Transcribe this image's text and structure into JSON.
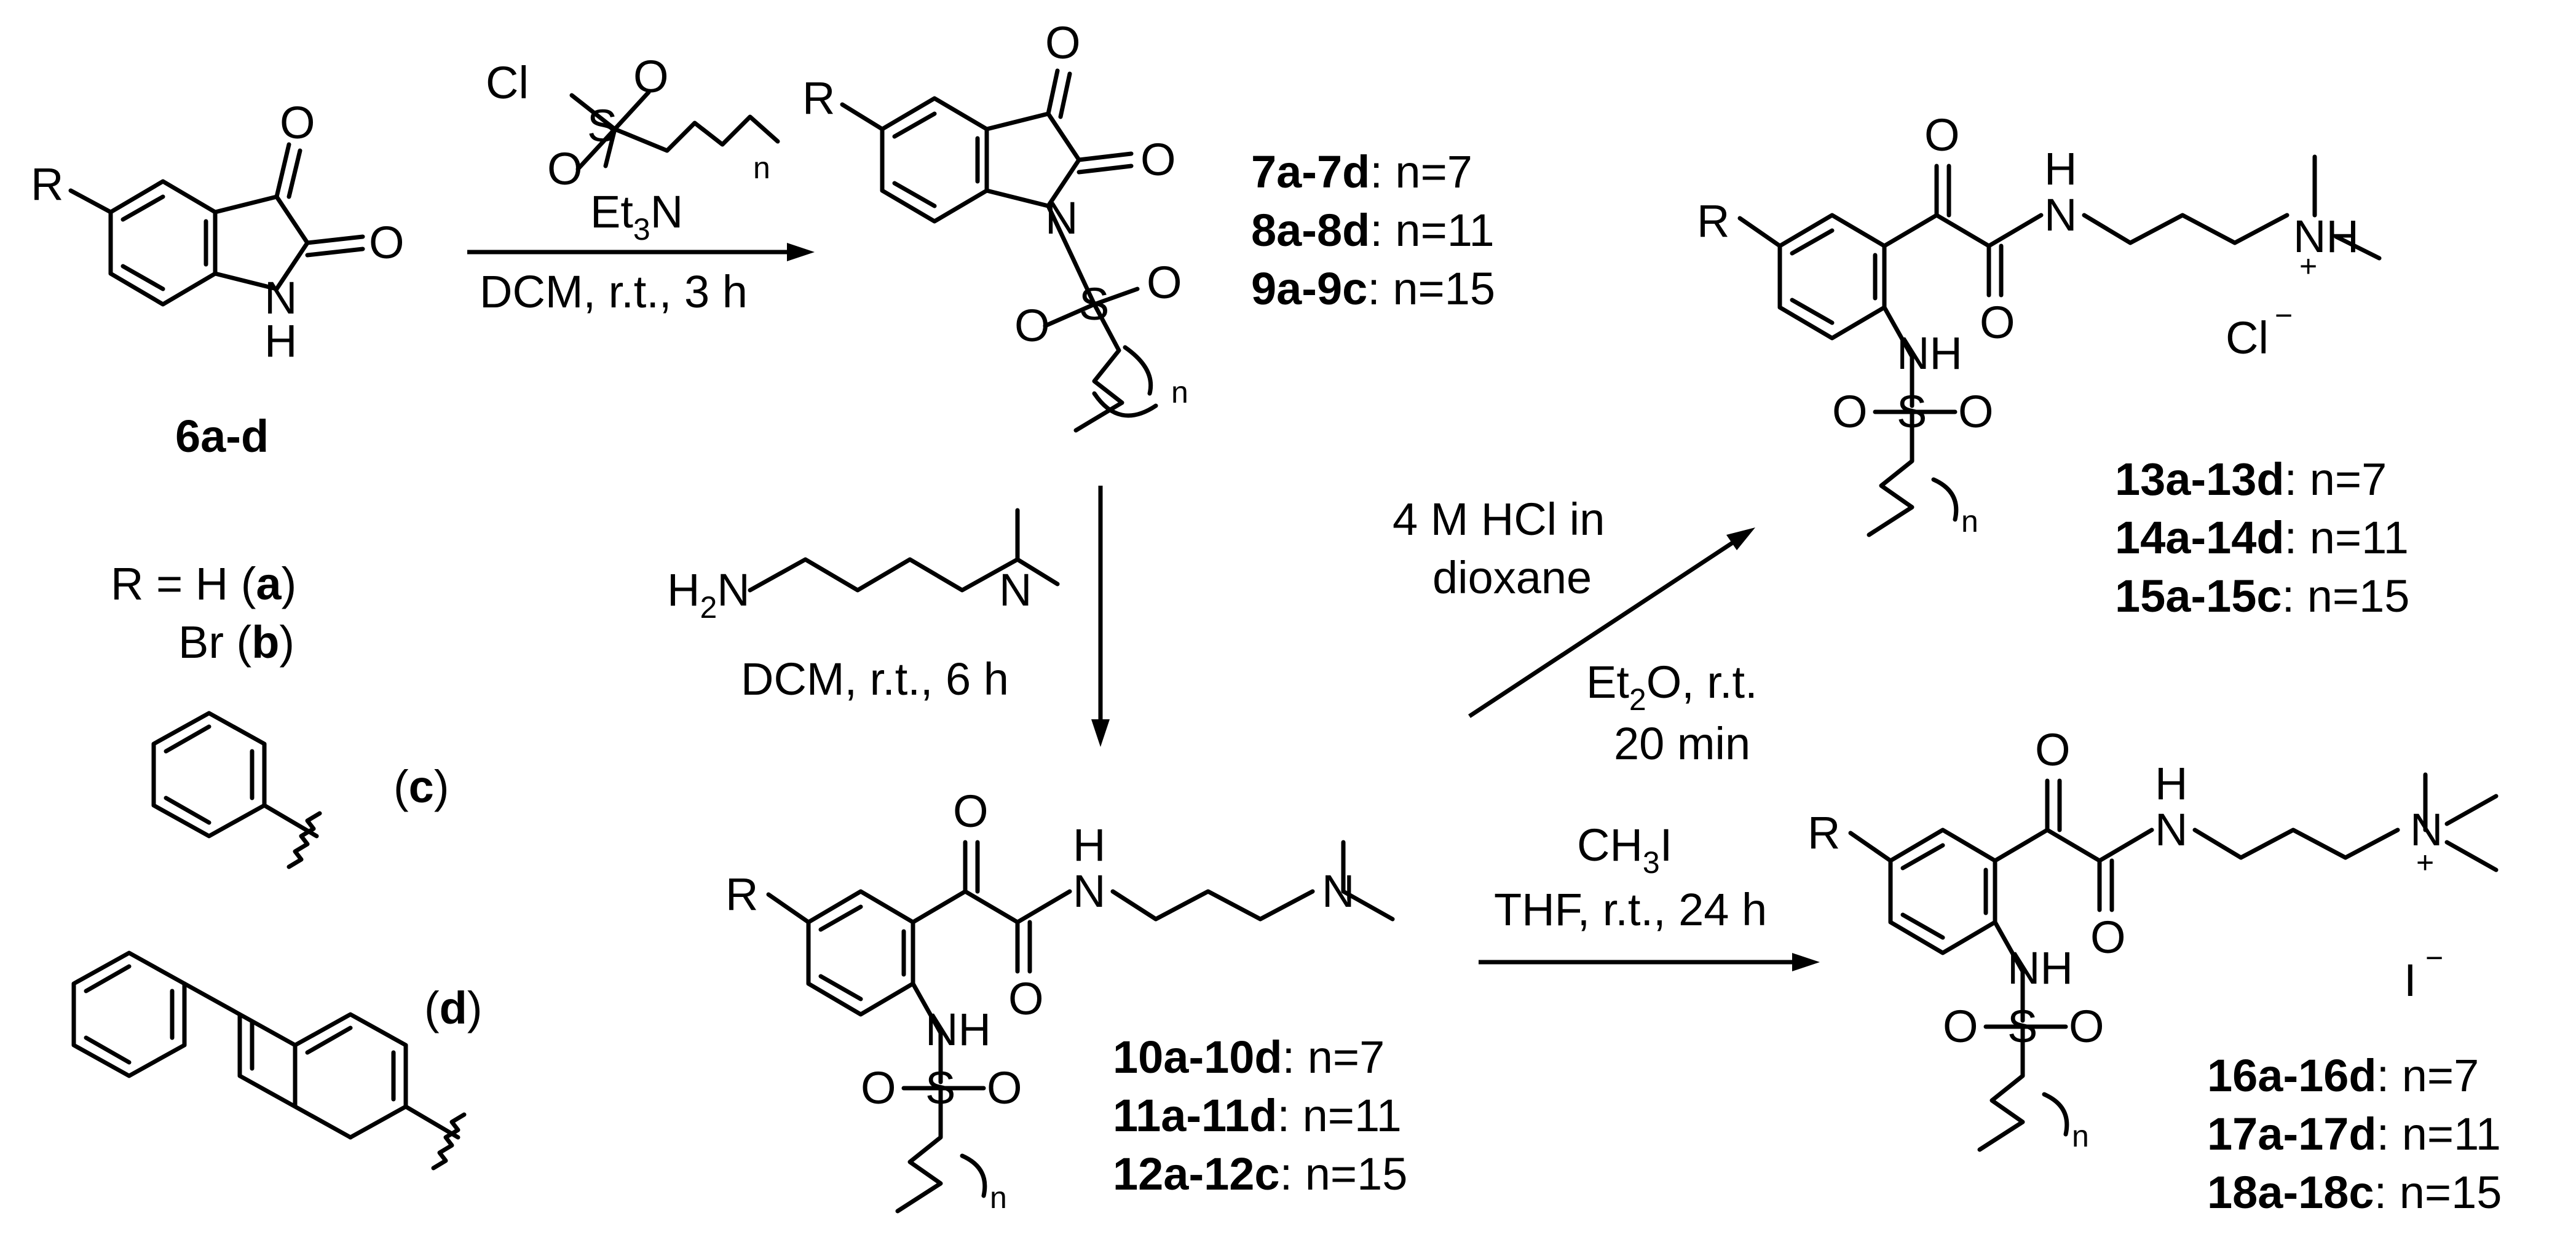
{
  "colors": {
    "ink": "#000000",
    "background": "#ffffff"
  },
  "start_material": {
    "label": "6a-d"
  },
  "r_legend": {
    "h_entry": "R = H (",
    "h_letter": "a",
    "br_entry": "Br (",
    "br_letter": "b",
    "phenyl_letter": "c",
    "biphenyl_letter": "d",
    "close": ")"
  },
  "step1": {
    "reagent_line": "Et",
    "reagent_sub": "3",
    "reagent_tail": "N",
    "conditions": "DCM, r.t., 3 h"
  },
  "step2": {
    "amine_prefix": "H",
    "amine_sub": "2",
    "amine_n": "N",
    "conditions": "DCM, r.t., 6 h"
  },
  "step3": {
    "line1": "4 M HCl in",
    "line2": "dioxane",
    "et2o_prefix": "Et",
    "et2o_sub": "2",
    "et2o_tail": "O, r.t.",
    "time": "20 min"
  },
  "step4": {
    "reagent_prefix": "CH",
    "reagent_sub": "3",
    "reagent_tail": "I",
    "conditions": "THF, r.t., 24 h"
  },
  "products": {
    "p7": {
      "id": "7a-7d",
      "cond": ": n=7"
    },
    "p8": {
      "id": "8a-8d",
      "cond": ": n=11"
    },
    "p9": {
      "id": "9a-9c",
      "cond": ": n=15"
    },
    "p10": {
      "id": "10a-10d",
      "cond": ": n=7"
    },
    "p11": {
      "id": "11a-11d",
      "cond": ": n=11"
    },
    "p12": {
      "id": "12a-12c",
      "cond": ": n=15"
    },
    "p13": {
      "id": "13a-13d",
      "cond": ": n=7"
    },
    "p14": {
      "id": "14a-14d",
      "cond": ": n=11"
    },
    "p15": {
      "id": "15a-15c",
      "cond": ": n=15"
    },
    "p16": {
      "id": "16a-16d",
      "cond": ": n=7"
    },
    "p17": {
      "id": "17a-17d",
      "cond": ": n=11"
    },
    "p18": {
      "id": "18a-18c",
      "cond": ": n=15"
    }
  },
  "atoms": {
    "R": "R",
    "O": "O",
    "N": "N",
    "H": "H",
    "NH": "NH",
    "S": "S",
    "Cl": "Cl",
    "n": "n",
    "plus": "+",
    "minus": "−",
    "chloride": "Cl",
    "iodide": "I"
  }
}
